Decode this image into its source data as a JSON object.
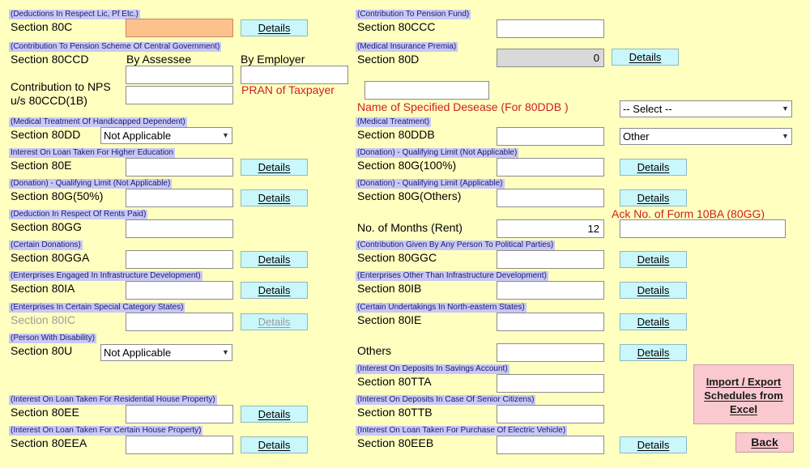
{
  "left": {
    "hdr_80c": "(Deductions In Respect Lic, Pf Etc.)",
    "lbl_80c": "Section 80C",
    "hdr_80ccd": "(Contribution To Pension Scheme Of Central Government)",
    "lbl_80ccd": "Section 80CCD",
    "by_assessee": "By Assessee",
    "by_employer": "By Employer",
    "nps_line1": "Contribution to NPS",
    "nps_line2": "u/s 80CCD(1B)",
    "pran": "PRAN of Taxpayer",
    "hdr_80dd": "(Medical Treatment Of Handicapped Dependent)",
    "lbl_80dd": "Section 80DD",
    "sel_80dd": "Not Applicable",
    "hdr_80e": "Interest On Loan Taken For Higher Education",
    "lbl_80e": "Section 80E",
    "hdr_80g50": "(Donation) - Qualifying Limit (Not Applicable)",
    "lbl_80g50": "Section 80G(50%)",
    "hdr_80gg": "(Deduction In Respect Of Rents Paid)",
    "lbl_80gg": "Section 80GG",
    "hdr_80gga": "(Certain Donations)",
    "lbl_80gga": "Section 80GGA",
    "hdr_80ia": "(Enterprises Engaged In Infrastructure Development)",
    "lbl_80ia": "Section 80IA",
    "hdr_80ic": "(Enterprises In Certain Special Category States)",
    "lbl_80ic": "Section 80IC",
    "hdr_80u": "(Person With Disability)",
    "lbl_80u": "Section 80U",
    "sel_80u": "Not Applicable",
    "hdr_80ee": "(Interest On Loan Taken For Residential House Property)",
    "lbl_80ee": "Section 80EE",
    "hdr_80eea": "(Interest On Loan Taken For Certain House Property)",
    "lbl_80eea": "Section 80EEA"
  },
  "right": {
    "hdr_80ccc": "(Contribution To Pension Fund)",
    "lbl_80ccc": "Section 80CCC",
    "hdr_80d": "(Medical Insurance Premia)",
    "lbl_80d": "Section 80D",
    "val_80d": "0",
    "disease_label": "Name of Specified Desease (For 80DDB )",
    "sel_disease": "-- Select --",
    "hdr_80ddb": "(Medical Treatment)",
    "lbl_80ddb": "Section 80DDB",
    "sel_80ddb": "Other",
    "hdr_80g100": "(Donation) - Qualifying Limit (Not Applicable)",
    "lbl_80g100": "Section 80G(100%)",
    "hdr_80gothers": "(Donation) - Qualifying Limit (Applicable)",
    "lbl_80gothers": "Section 80G(Others)",
    "lbl_months": "No. of Months (Rent)",
    "val_months": "12",
    "ack_label": "Ack No. of Form 10BA (80GG)",
    "hdr_80ggc": "(Contribution Given By Any Person To Political Parties)",
    "lbl_80ggc": "Section 80GGC",
    "hdr_80ib": "(Enterprises Other Than Infrastructure Development)",
    "lbl_80ib": "Section 80IB",
    "hdr_80ie": "(Certain Undertakings In North-eastern States)",
    "lbl_80ie": "Section 80IE",
    "lbl_others": "Others",
    "hdr_80tta": "(Interest On Deposits In Savings Account)",
    "lbl_80tta": "Section 80TTA",
    "hdr_80ttb": "(Interest On Deposits In Case Of Senior Citizens)",
    "lbl_80ttb": "Section 80TTB",
    "hdr_80eeb": "(Interest On Loan Taken For Purchase Of Electric Vehicle)",
    "lbl_80eeb": "Section 80EEB"
  },
  "buttons": {
    "details": "Details",
    "import_export": "Import / Export Schedules from Excel",
    "back": "Back"
  },
  "colors": {
    "background": "#ffffc0",
    "header_band": "#c8c8f4",
    "details_button": "#c9f7fb",
    "focused_input": "#fbc28e",
    "accent_red": "#cc1f1f",
    "pink_button": "#f9c9cf"
  },
  "icons": {
    "dropdown": "chevron-down-icon"
  }
}
